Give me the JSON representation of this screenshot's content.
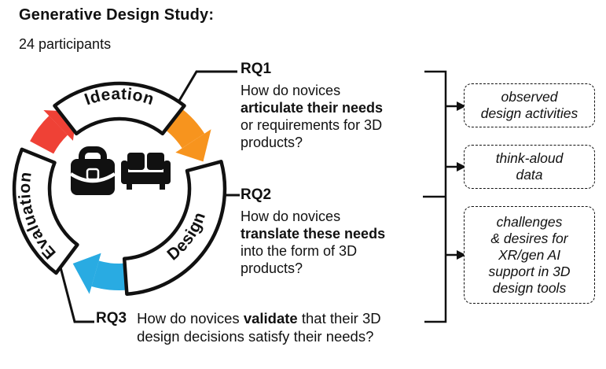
{
  "title": "Generative Design Study:",
  "subtitle": "24 participants",
  "colors": {
    "red": "#EF4136",
    "orange": "#F7941E",
    "blue": "#29ABE2",
    "ink": "#111111"
  },
  "cycle": {
    "segments": [
      {
        "label": "Ideation"
      },
      {
        "label": "Design"
      },
      {
        "label": "Evaluation"
      }
    ],
    "icons": [
      "briefcase-icon",
      "couch-icon"
    ]
  },
  "rq1": {
    "label": "RQ1",
    "lines": [
      "How do novices",
      "articulate their needs",
      "or requirements for 3D",
      "products?"
    ]
  },
  "rq2": {
    "label": "RQ2",
    "lines": [
      "How do novices",
      "translate these needs",
      "into the form of 3D",
      "products?"
    ]
  },
  "rq3": {
    "label": "RQ3",
    "line1_pre": "How do novices ",
    "line1_bold": "validate",
    "line1_post": " that their 3D",
    "line2": "design decisions satisfy their needs?"
  },
  "outputs": [
    {
      "lines": [
        "observed",
        "design activities"
      ]
    },
    {
      "lines": [
        "think-aloud",
        "data"
      ]
    },
    {
      "lines": [
        "challenges",
        "& desires for",
        "XR/gen AI",
        "support in 3D",
        "design tools"
      ]
    }
  ]
}
